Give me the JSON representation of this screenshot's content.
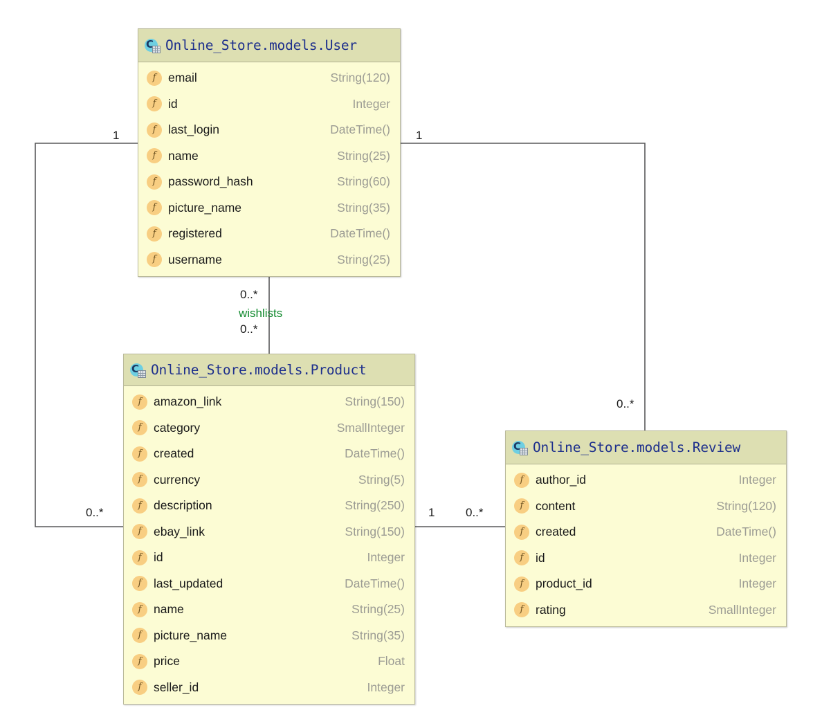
{
  "diagram": {
    "kind": "uml-class-diagram",
    "background": "#ffffff",
    "colors": {
      "header_fill": "#dddfb2",
      "body_fill": "#fcfcd4",
      "border": "#b9b99a",
      "title_text": "#1d2f8c",
      "field_name_text": "#1a1a1a",
      "field_type_text": "#9c9c94",
      "connector": "#58585a",
      "association_label": "#118a2e",
      "class_icon": "#6ecfe2",
      "field_icon": "#f8ce82"
    }
  },
  "classes": [
    {
      "id": "user",
      "title": "Online_Store.models.User",
      "icon": "class-icon",
      "fields": [
        {
          "icon": "field-icon",
          "name": "email",
          "type": "String(120)"
        },
        {
          "icon": "field-icon",
          "name": "id",
          "type": "Integer"
        },
        {
          "icon": "field-icon",
          "name": "last_login",
          "type": "DateTime()"
        },
        {
          "icon": "field-icon",
          "name": "name",
          "type": "String(25)"
        },
        {
          "icon": "field-icon",
          "name": "password_hash",
          "type": "String(60)"
        },
        {
          "icon": "field-icon",
          "name": "picture_name",
          "type": "String(35)"
        },
        {
          "icon": "field-icon",
          "name": "registered",
          "type": "DateTime()"
        },
        {
          "icon": "field-icon",
          "name": "username",
          "type": "String(25)"
        }
      ]
    },
    {
      "id": "product",
      "title": "Online_Store.models.Product",
      "icon": "class-icon",
      "fields": [
        {
          "icon": "field-icon",
          "name": "amazon_link",
          "type": "String(150)"
        },
        {
          "icon": "field-icon",
          "name": "category",
          "type": "SmallInteger"
        },
        {
          "icon": "field-icon",
          "name": "created",
          "type": "DateTime()"
        },
        {
          "icon": "field-icon",
          "name": "currency",
          "type": "String(5)"
        },
        {
          "icon": "field-icon",
          "name": "description",
          "type": "String(250)"
        },
        {
          "icon": "field-icon",
          "name": "ebay_link",
          "type": "String(150)"
        },
        {
          "icon": "field-icon",
          "name": "id",
          "type": "Integer"
        },
        {
          "icon": "field-icon",
          "name": "last_updated",
          "type": "DateTime()"
        },
        {
          "icon": "field-icon",
          "name": "name",
          "type": "String(25)"
        },
        {
          "icon": "field-icon",
          "name": "picture_name",
          "type": "String(35)"
        },
        {
          "icon": "field-icon",
          "name": "price",
          "type": "Float"
        },
        {
          "icon": "field-icon",
          "name": "seller_id",
          "type": "Integer"
        }
      ]
    },
    {
      "id": "review",
      "title": "Online_Store.models.Review",
      "icon": "class-icon",
      "fields": [
        {
          "icon": "field-icon",
          "name": "author_id",
          "type": "Integer"
        },
        {
          "icon": "field-icon",
          "name": "content",
          "type": "String(120)"
        },
        {
          "icon": "field-icon",
          "name": "created",
          "type": "DateTime()"
        },
        {
          "icon": "field-icon",
          "name": "id",
          "type": "Integer"
        },
        {
          "icon": "field-icon",
          "name": "product_id",
          "type": "Integer"
        },
        {
          "icon": "field-icon",
          "name": "rating",
          "type": "SmallInteger"
        }
      ]
    }
  ],
  "edge_labels": {
    "user_product_left_source": "1",
    "user_product_left_target": "0..*",
    "user_product_mid_source": "0..*",
    "user_product_mid_name": "wishlists",
    "user_product_mid_target": "0..*",
    "user_review_source": "1",
    "user_review_target": "0..*",
    "product_review_source": "1",
    "product_review_target": "0..*"
  }
}
